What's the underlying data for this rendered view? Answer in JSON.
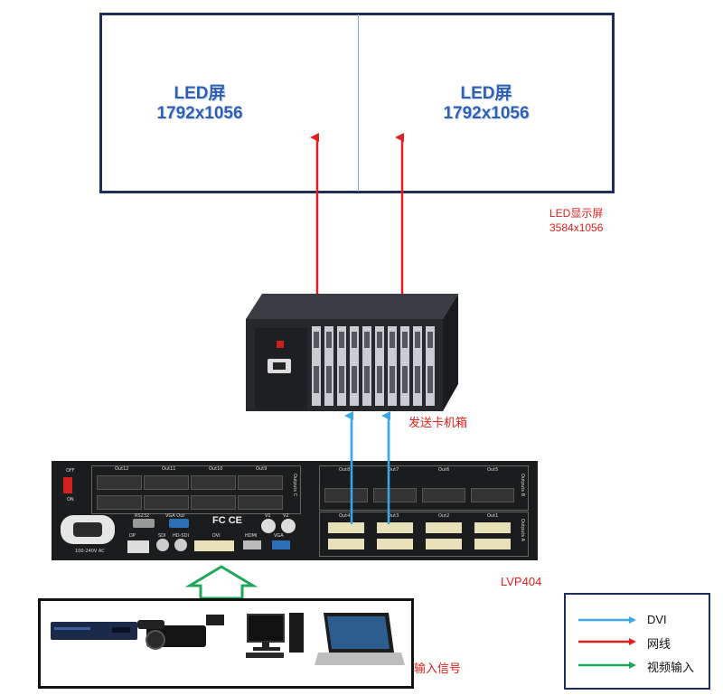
{
  "led_screen": {
    "panels": [
      {
        "title": "LED屏",
        "resolution": "1792x1056"
      },
      {
        "title": "LED屏",
        "resolution": "1792x1056"
      }
    ],
    "caption_line1": "LED显示屏",
    "caption_line2": "3584x1056"
  },
  "sending_box": {
    "label": "发送卡机箱"
  },
  "processor": {
    "label": "LVP404",
    "ports_top": [
      "Out12",
      "Out11",
      "Out10",
      "Out9"
    ],
    "ports_top_right": [
      "Out8",
      "Out7",
      "Out6",
      "Out5"
    ],
    "ports_bottom_right": [
      "Out4",
      "Out3",
      "Out2",
      "Out1"
    ],
    "rs232": "RS232",
    "vga_out": "VGA Out",
    "power_switch": [
      "OFF",
      "ON"
    ],
    "power_rating": "100-240V AC",
    "inputs": [
      "DP",
      "SDI",
      "HD-SDI",
      "DVI",
      "HDMI",
      "VGA"
    ],
    "video_in": [
      "V1",
      "V2"
    ],
    "cert_marks": "FC CE",
    "group_a": "Outputs A",
    "group_b": "Outputs B",
    "group_c": "Outputs C"
  },
  "input_signal": {
    "label": "输入信号"
  },
  "legend": {
    "items": [
      {
        "label": "DVI",
        "color": "#39a9e8"
      },
      {
        "label": "网线",
        "color": "#e0201e"
      },
      {
        "label": "视频输入",
        "color": "#1fa85a"
      }
    ]
  },
  "colors": {
    "dvi": "#39a9e8",
    "network": "#e0201e",
    "video": "#1fa85a",
    "frame": "#1f2d5a"
  }
}
